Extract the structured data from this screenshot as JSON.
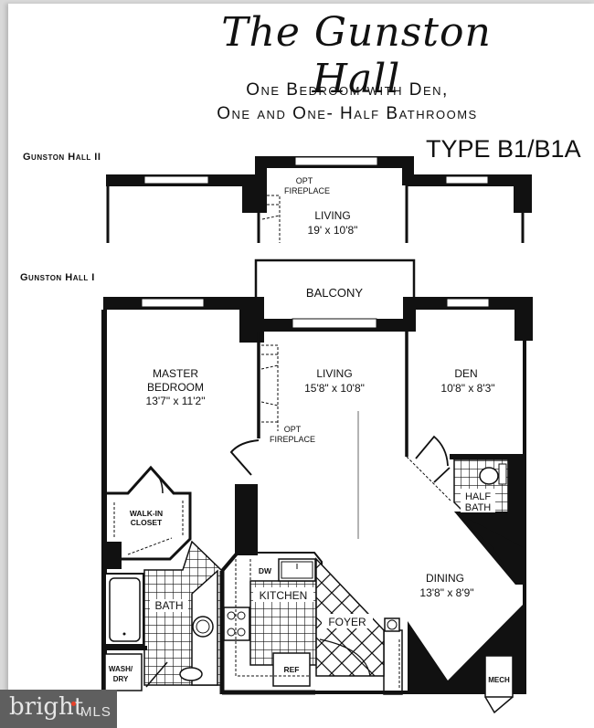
{
  "header": {
    "title": "The Gunston Hall",
    "subtitle_line1": "One Bedroom with Den,",
    "subtitle_line2": "One and One- Half Bathrooms",
    "unit_type": "TYPE B1/B1A"
  },
  "buildings": {
    "building_2": {
      "label": "Gunston Hall II"
    },
    "building_1": {
      "label": "Gunston Hall I"
    }
  },
  "gunston_hall_2_plan": {
    "fireplace_label_1": "OPT",
    "fireplace_label_2": "FIREPLACE",
    "living": {
      "name": "LIVING",
      "dimensions": "19' x 10'8\""
    }
  },
  "gunston_hall_1_plan": {
    "balcony": {
      "name": "BALCONY"
    },
    "master_bedroom": {
      "name_line1": "MASTER",
      "name_line2": "BEDROOM",
      "dimensions": "13'7\" x 11'2\""
    },
    "living": {
      "name": "LIVING",
      "dimensions": "15'8\" x 10'8\""
    },
    "den": {
      "name": "DEN",
      "dimensions": "10'8\" x 8'3\""
    },
    "fireplace_label_1": "OPT",
    "fireplace_label_2": "FIREPLACE",
    "walk_in_closet": {
      "name_line1": "WALK-IN",
      "name_line2": "CLOSET"
    },
    "half_bath": {
      "name_line1": "HALF",
      "name_line2": "BATH"
    },
    "bath": {
      "name": "BATH"
    },
    "kitchen": {
      "name": "KITCHEN"
    },
    "dishwasher": {
      "name": "DW"
    },
    "refrigerator": {
      "name": "REF"
    },
    "foyer": {
      "name": "FOYER"
    },
    "dining": {
      "name": "DINING",
      "dimensions": "13'8\" x 8'9\""
    },
    "washer_dryer": {
      "name_line1": "WASH/",
      "name_line2": "DRY"
    },
    "mechanical": {
      "name": "MECH"
    }
  },
  "watermark": {
    "brand": "bright",
    "suffix": "MLS",
    "accent_color": "#e8412a",
    "background_color": "#5f5f5f"
  }
}
